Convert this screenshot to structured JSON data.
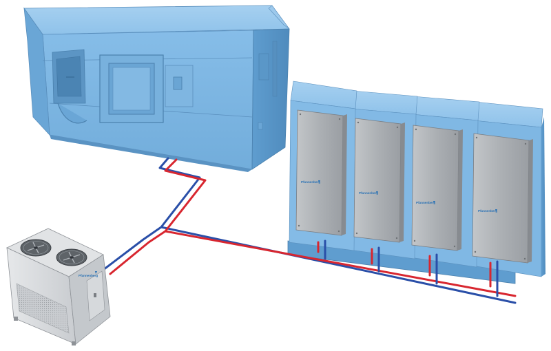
{
  "brand": {
    "name": "Pfannenberg",
    "logo_color": "#2a72b5"
  },
  "colors": {
    "machine_body": "#7db5e3",
    "machine_dark": "#5e9ac9",
    "cabinet_door": "#a9adb1",
    "chiller_body": "#d3d6d9",
    "supply_line": "#d8262f",
    "return_line": "#2a4fa8"
  },
  "components": {
    "machine_tool": {
      "icon": "cnc-machine-icon"
    },
    "chiller": {
      "icon": "chiller-unit-icon",
      "fans": 2
    },
    "cabinets": {
      "count": 4,
      "icon": "enclosure-cabinet-icon"
    }
  }
}
